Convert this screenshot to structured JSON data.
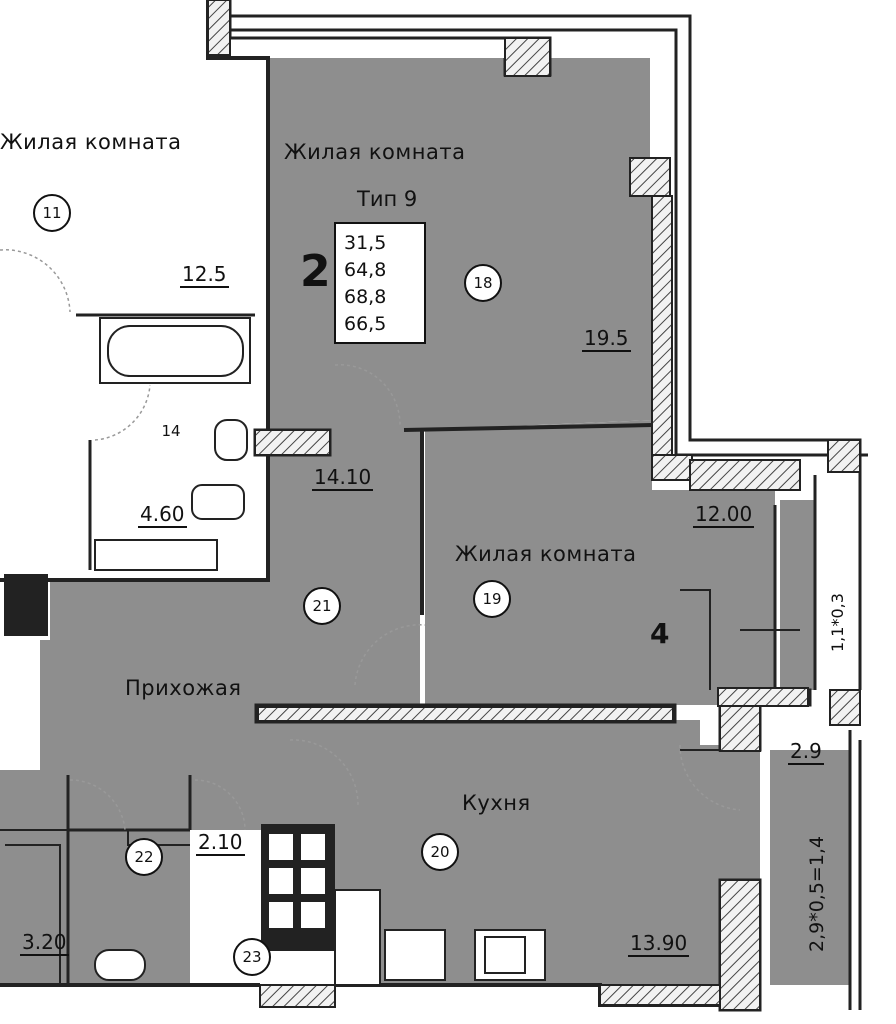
{
  "plan": {
    "type_label": "Тип 9",
    "room_count": "2",
    "areas_summary": [
      "31,5",
      "64,8",
      "68,8",
      "66,5"
    ],
    "unit_number": "4",
    "rooms": [
      {
        "name": "Жилая комната",
        "number": "11",
        "area": "12.5"
      },
      {
        "name": "Жилая комната",
        "number": "18",
        "area": "19.5"
      },
      {
        "name": "Жилая комната",
        "number": "19",
        "area": "12.00"
      },
      {
        "name": "Прихожая",
        "number": "21",
        "area": "14.10"
      },
      {
        "name": "Кухня",
        "number": "20",
        "area": "13.90"
      },
      {
        "name": "",
        "number": "14",
        "area": "4.60"
      },
      {
        "name": "",
        "number": "22",
        "area": "2.10"
      },
      {
        "name": "",
        "number": "23",
        "area": ""
      },
      {
        "name": "",
        "number": "",
        "area": "3.20"
      },
      {
        "name": "",
        "number": "",
        "area": "2.9"
      }
    ],
    "balcony_formula_1": "1,1*0,3",
    "balcony_formula_2": "2,9*0,5=1,4"
  }
}
